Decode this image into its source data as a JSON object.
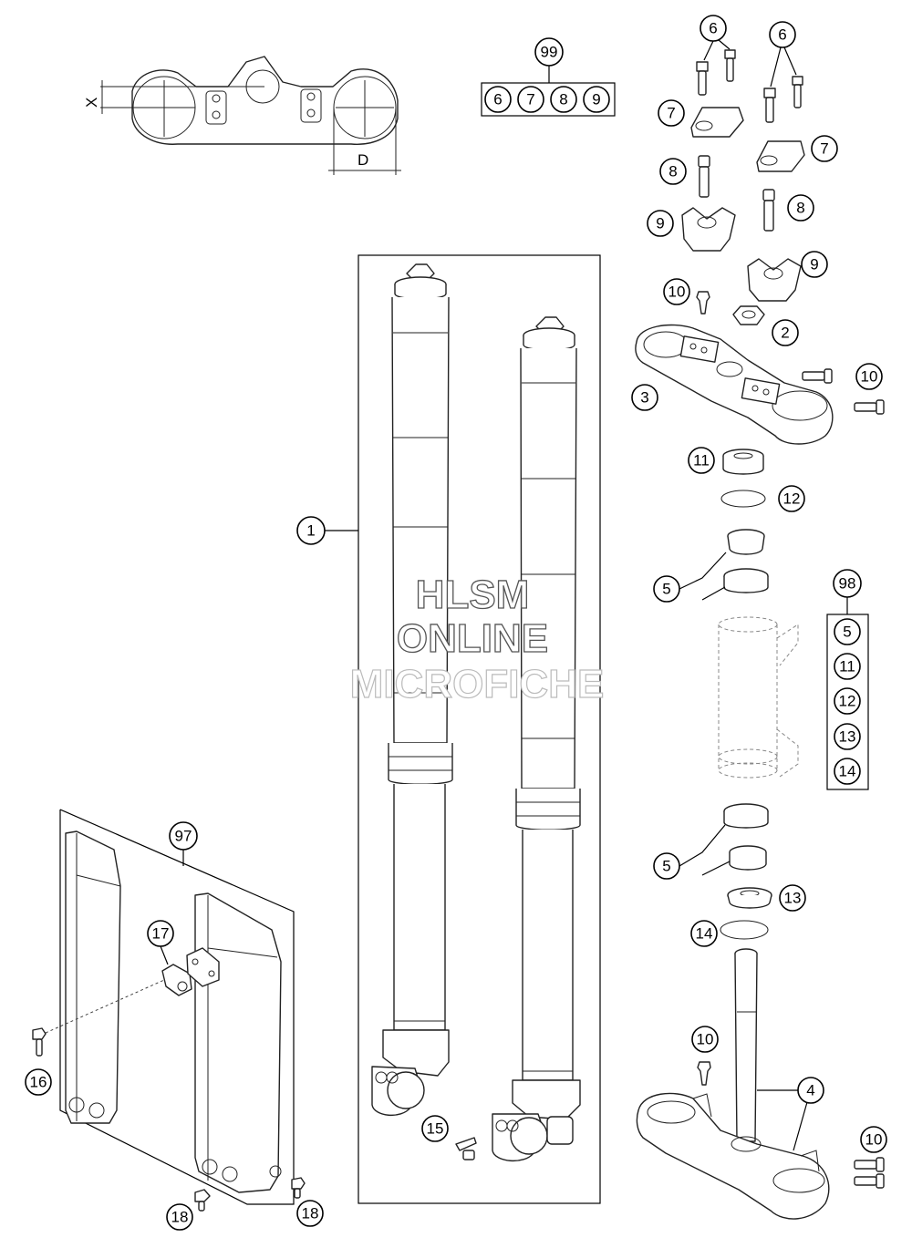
{
  "dimensions": {
    "x_label": "X",
    "d_label": "D"
  },
  "watermark": {
    "line1": "HLSM",
    "line2": "ONLINE",
    "line3": "MICROFICHE"
  },
  "callouts": {
    "c1": "1",
    "c2": "2",
    "c3": "3",
    "c4": "4",
    "c5a": "5",
    "c5b": "5",
    "c6a": "6",
    "c6b": "6",
    "c7a": "7",
    "c7b": "7",
    "c8a": "8",
    "c8b": "8",
    "c9a": "9",
    "c9b": "9",
    "c10a": "10",
    "c10b": "10",
    "c10c": "10",
    "c10d": "10",
    "c11": "11",
    "c12": "12",
    "c13": "13",
    "c14": "14",
    "c15": "15",
    "c16": "16",
    "c17": "17",
    "c18a": "18",
    "c18b": "18",
    "c97": "97"
  },
  "kits": {
    "k99": {
      "label": "99",
      "items": [
        "6",
        "7",
        "8",
        "9"
      ]
    },
    "k98": {
      "label": "98",
      "items": [
        "5",
        "11",
        "12",
        "13",
        "14"
      ]
    }
  }
}
